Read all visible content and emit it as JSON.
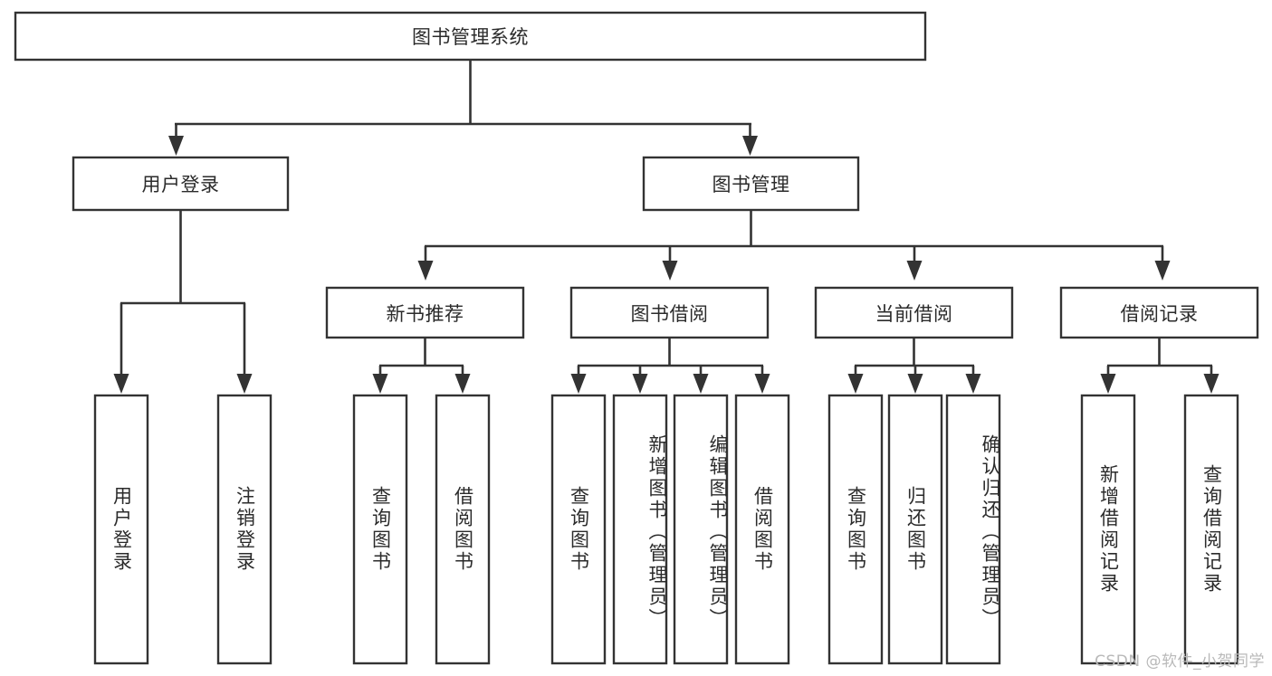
{
  "diagram": {
    "type": "tree",
    "title": "图书管理系统",
    "watermark": "CSDN @软件_小贺同学",
    "colors": {
      "stroke": "#333333",
      "fill": "#ffffff",
      "text": "#2b2b2b",
      "watermark": "#b9b9b9"
    },
    "root": {
      "label": "图书管理系统"
    },
    "level2": [
      {
        "label": "用户登录"
      },
      {
        "label": "图书管理"
      }
    ],
    "level3": [
      {
        "label": "新书推荐"
      },
      {
        "label": "图书借阅"
      },
      {
        "label": "当前借阅"
      },
      {
        "label": "借阅记录"
      }
    ],
    "leaves": {
      "user_login": [
        {
          "label": "用户登录"
        },
        {
          "label": "注销登录"
        }
      ],
      "new_book": [
        {
          "label": "查询图书"
        },
        {
          "label": "借阅图书"
        }
      ],
      "book_borrow": [
        {
          "label": "查询图书"
        },
        {
          "label": "新增图书（管理员）"
        },
        {
          "label": "编辑图书（管理员）"
        },
        {
          "label": "借阅图书"
        }
      ],
      "current_borrow": [
        {
          "label": "查询图书"
        },
        {
          "label": "归还图书"
        },
        {
          "label": "确认归还（管理员）"
        }
      ],
      "borrow_record": [
        {
          "label": "新增借阅记录"
        },
        {
          "label": "查询借阅记录"
        }
      ]
    }
  }
}
